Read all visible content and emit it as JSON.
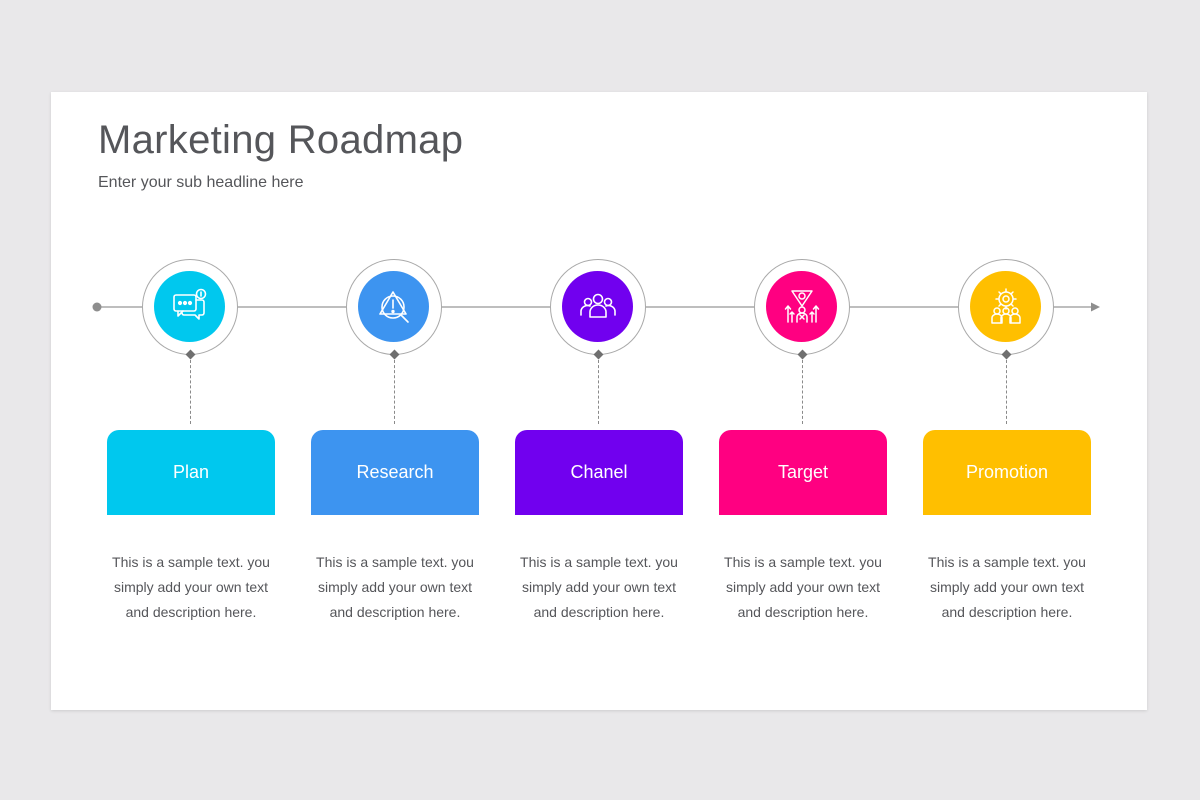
{
  "header": {
    "title": "Marketing Roadmap",
    "subtitle": "Enter your sub headline here"
  },
  "steps": [
    {
      "label": "Plan",
      "color": "#00c8ee",
      "icon": "chat-notification-icon",
      "description": "This is a sample text. you simply add your own text and description here."
    },
    {
      "label": "Research",
      "color": "#3d94f0",
      "icon": "alert-search-icon",
      "description": "This is a sample text. you simply add your own text and description here."
    },
    {
      "label": "Chanel",
      "color": "#7100ef",
      "icon": "team-group-icon",
      "description": "This is a sample text. you simply add your own text and description here."
    },
    {
      "label": "Target",
      "color": "#ff0081",
      "icon": "target-growth-icon",
      "description": "This is a sample text. you simply add your own text and description here."
    },
    {
      "label": "Promotion",
      "color": "#ffbf00",
      "icon": "team-gear-icon",
      "description": "This is a sample text. you simply add your own text and description here."
    }
  ]
}
